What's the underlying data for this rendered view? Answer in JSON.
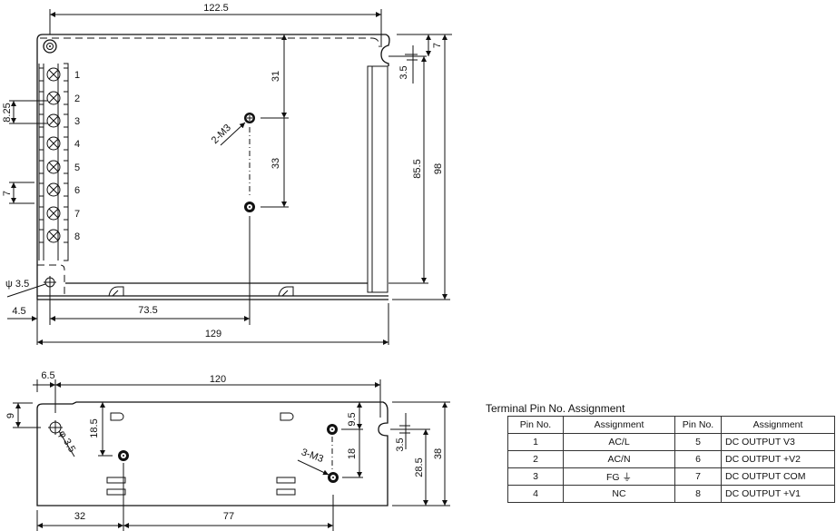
{
  "top_view": {
    "dims": {
      "d122_5": "122.5",
      "d7": "7",
      "d3_5": "3.5",
      "d85_5": "85.5",
      "d98": "98",
      "d31": "31",
      "d33": "33",
      "d8_25": "8.25",
      "d7_left": "7",
      "phi3_5": "ψ 3.5",
      "d4_5": "4.5",
      "d73_5": "73.5",
      "d129": "129"
    },
    "screw_label": "2-M3",
    "terminal_numbers": [
      "1",
      "2",
      "3",
      "4",
      "5",
      "6",
      "7",
      "8"
    ]
  },
  "side_view": {
    "dims": {
      "d6_5": "6.5",
      "d120": "120",
      "d9": "9",
      "phi3_5": "φ 3.5",
      "d18_5": "18.5",
      "d9_5": "9.5",
      "d18": "18",
      "d3_5": "3.5",
      "d28_5": "28.5",
      "d38": "38",
      "d32": "32",
      "d77": "77"
    },
    "screw_label": "3-M3"
  },
  "pin_table": {
    "title": "Terminal Pin No.  Assignment",
    "headers": [
      "Pin No.",
      "Assignment",
      "Pin No.",
      "Assignment"
    ],
    "rows": [
      [
        "1",
        "AC/L",
        "5",
        "DC OUTPUT V3"
      ],
      [
        "2",
        "AC/N",
        "6",
        "DC OUTPUT +V2"
      ],
      [
        "3",
        "FG ⏚",
        "7",
        "DC OUTPUT COM"
      ],
      [
        "4",
        "NC",
        "8",
        "DC OUTPUT +V1"
      ]
    ]
  }
}
